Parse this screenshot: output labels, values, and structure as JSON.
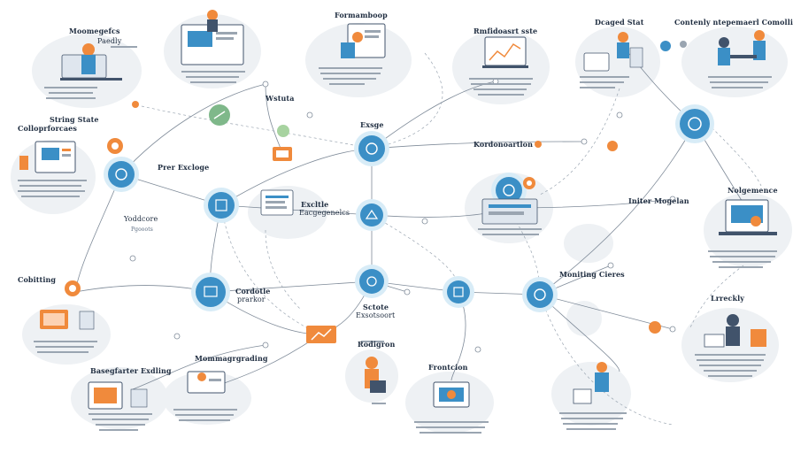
{
  "labels": {
    "tl1": "Moomegefcs",
    "tl2": "Paedly",
    "formamboop": "Formamboop",
    "rimfidoasert": "Rmfidoasrt sste",
    "dcaged_stat": "Dcaged Stat",
    "contently": "Contenly ntepemaerl Comolling",
    "string_state": "String State",
    "collopforcaes": "Colloprforcaes",
    "wistuta": "Wstuta",
    "prer_excloge": "Prer Excloge",
    "exsge": "Exsge",
    "fortdonoartlon": "Kordonoartlon",
    "nogemence": "Nolgemence",
    "yoddcore": "Yoddcore",
    "exitcile": "Excltle",
    "exitcile_sub": "Eacgegenelcs",
    "initer_mogelan": "Initer Mogelan",
    "cobitting": "Cobitting",
    "cordotle": "Cordotle",
    "cordotle_sub": "prarkor",
    "moriting_cieres": "Moniting Cieres",
    "sctote": "Sctote",
    "sctote_sub": "Exsotsoort",
    "larrecky": "Lrreckly",
    "rodigron": "Rodigron",
    "baseflating": "Basegfarter Exdling",
    "momaggrating": "Mommagrgrading",
    "fronction": "Frontcion",
    "pinfo": "Pgooots"
  },
  "colors": {
    "hub": "#3b8fc6",
    "hub_ring": "#d8ecf7",
    "accent": "#f08a3c",
    "line": "#7f8b99",
    "blob": "#eef1f4",
    "text": "#1f2d40"
  }
}
